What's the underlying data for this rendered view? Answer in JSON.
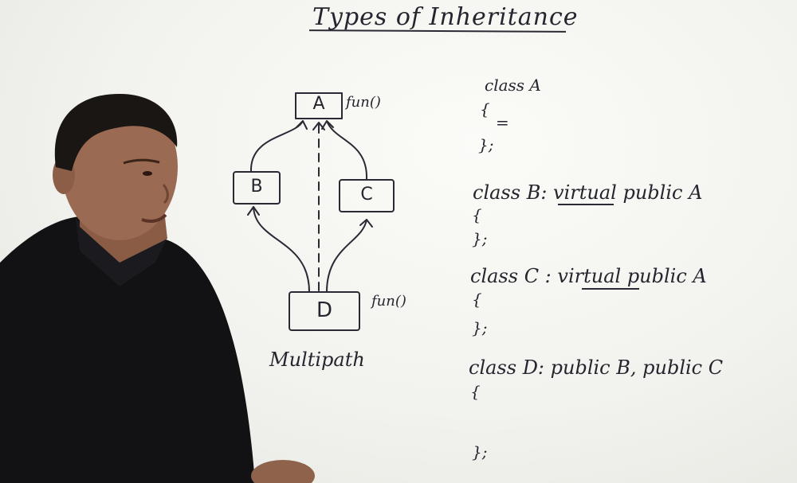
{
  "board": {
    "title": "Types of Inheritance",
    "diagram": {
      "box_a": "A",
      "box_b": "B",
      "box_c": "C",
      "box_d": "D",
      "func_a": "fun()",
      "func_d": "fun()",
      "caption": "Multipath"
    },
    "code": {
      "class_a": "class A",
      "open_a": "{",
      "body_a": "=",
      "close_a": "};",
      "class_b": "class B: virtual public A",
      "open_b": "{",
      "close_b": "};",
      "class_c": "class C : virtual public A",
      "open_c": "{",
      "close_c": "};",
      "class_d": "class D: public B, public C",
      "open_d": "{",
      "close_d": "};"
    }
  },
  "colors": {
    "board": "#f1f1ed",
    "marker": "#25252f",
    "shirt": "#121214",
    "skin": "#9a6a52",
    "hair": "#1a1614"
  }
}
